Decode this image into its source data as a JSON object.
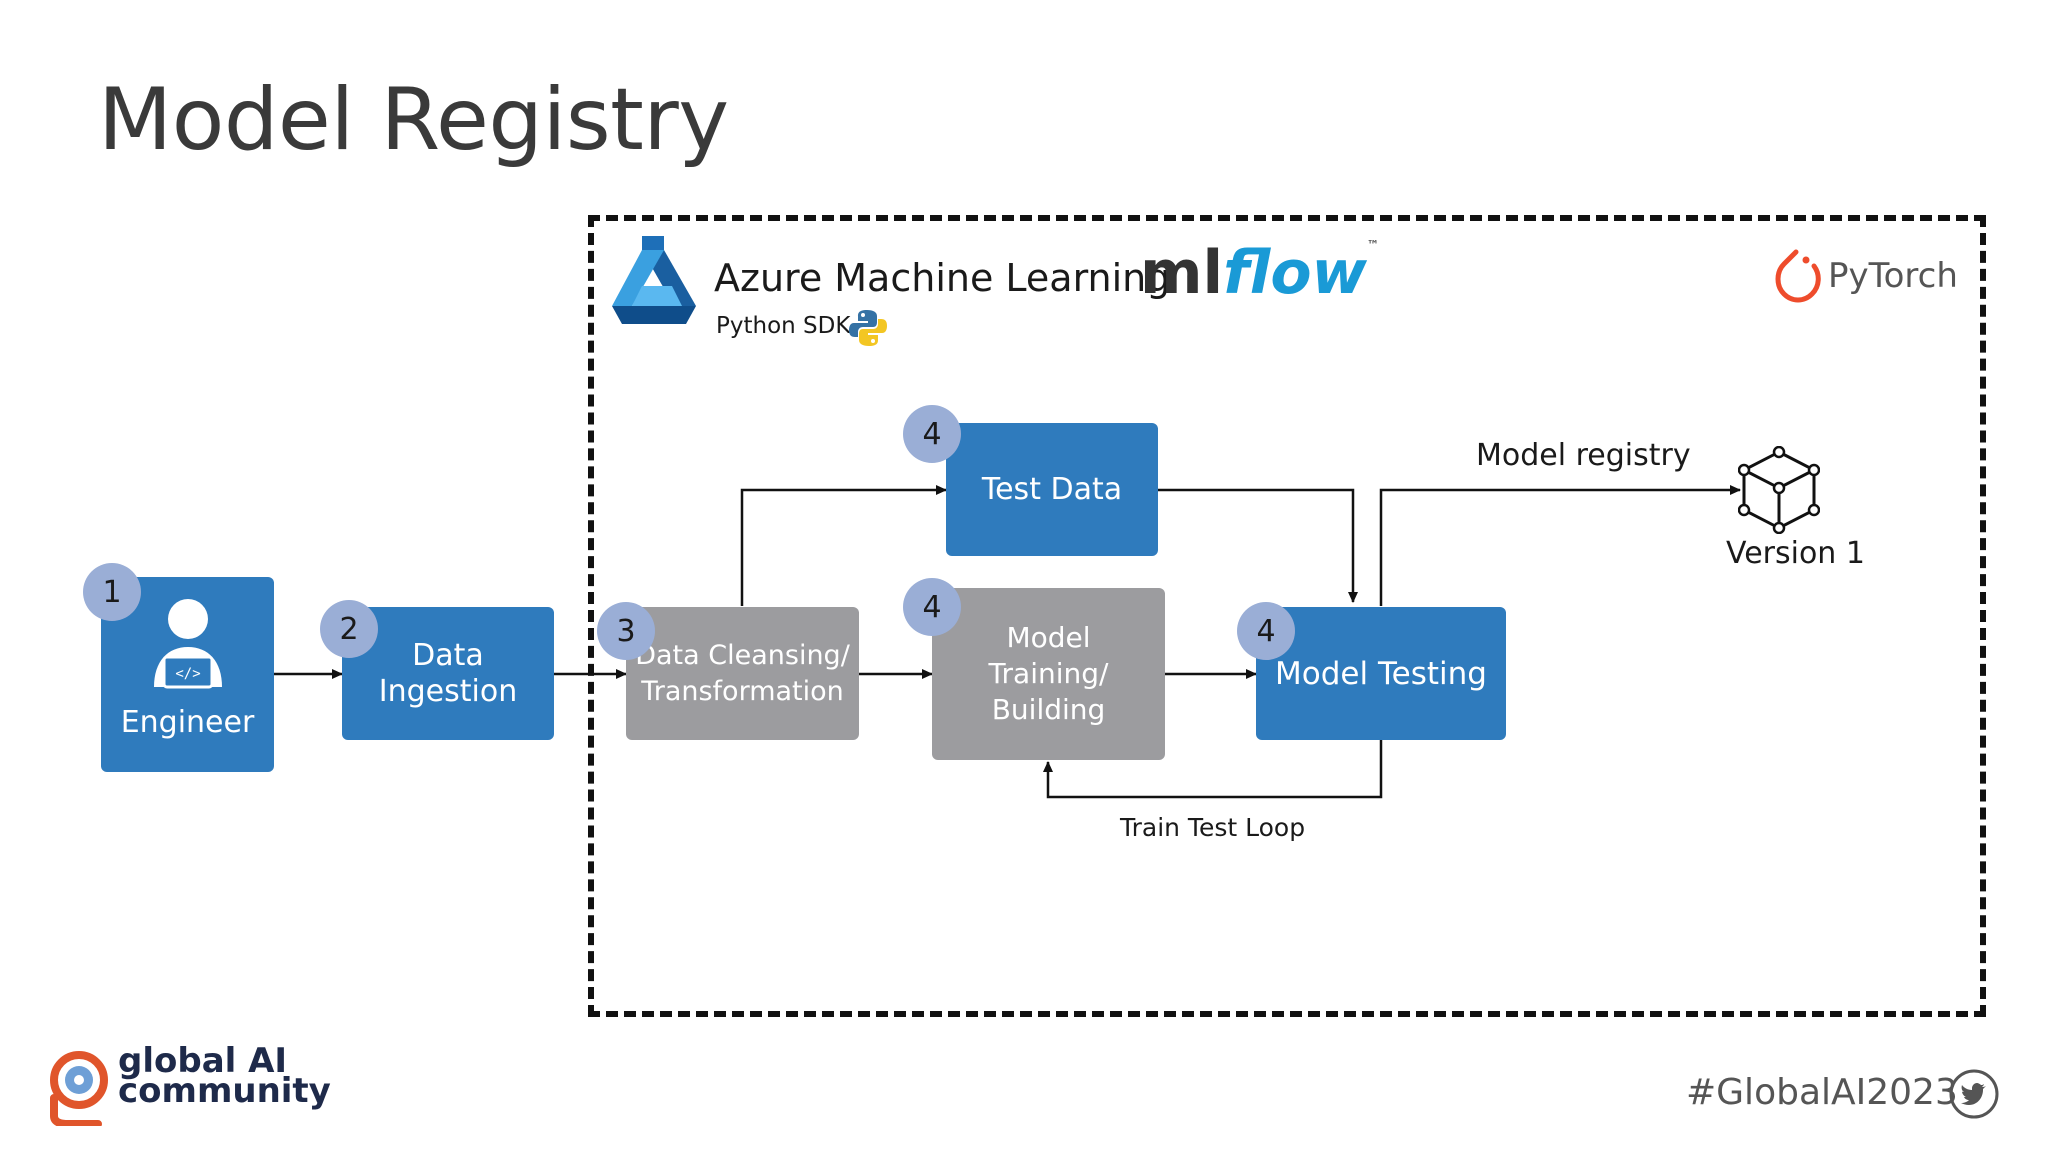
{
  "slide": {
    "title": "Model Registry"
  },
  "header": {
    "azure_label": "Azure Machine Learning",
    "sdk_label": "Python SDK",
    "mlflow_ml": "ml",
    "mlflow_flow": "flow",
    "mlflow_tm": "™",
    "pytorch_label": "PyTorch"
  },
  "nodes": {
    "engineer": {
      "badge": "1",
      "label": "Engineer"
    },
    "ingestion": {
      "badge": "2",
      "line1": "Data",
      "line2": "Ingestion"
    },
    "cleansing": {
      "badge": "3",
      "line1": "Data Cleansing/",
      "line2": "Transformation"
    },
    "test_data": {
      "badge": "4",
      "label": "Test Data"
    },
    "training": {
      "badge": "4",
      "line1": "Model",
      "line2": "Training/",
      "line3": "Building"
    },
    "testing": {
      "badge": "4",
      "label": "Model Testing"
    },
    "registry_label": "Model registry",
    "version_label": "Version 1",
    "loop_label": "Train Test Loop"
  },
  "footer": {
    "brand_line1": "global AI",
    "brand_line2": "community",
    "hashtag": "#GlobalAI2023"
  },
  "colors": {
    "blue_box": "#2f7bbd",
    "grey_box": "#9c9c9f",
    "badge": "#9aaed6",
    "mlflow_blue": "#1a9ad6",
    "pytorch_orange": "#ee4c2c",
    "brand_orange": "#e0552b"
  }
}
